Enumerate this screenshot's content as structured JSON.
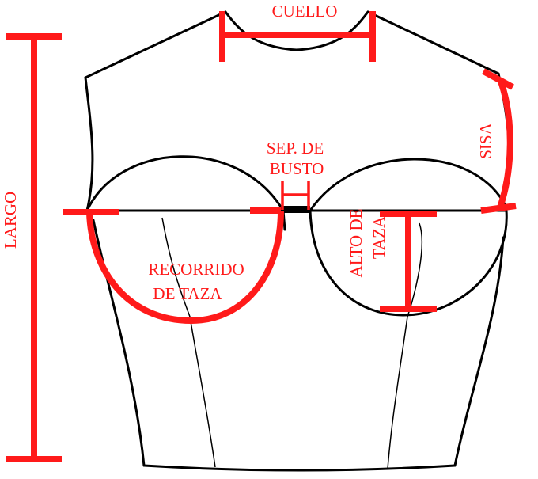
{
  "colors": {
    "measure": "#ff1a1a",
    "outline": "#000000",
    "background": "#ffffff"
  },
  "labels": {
    "cuello": "CUELLO",
    "sep_de_busto_line1": "SEP. DE",
    "sep_de_busto_line2": "BUSTO",
    "sisa": "SISA",
    "largo": "LARGO",
    "recorrido_line1": "RECORRIDO",
    "recorrido_line2": "DE TAZA",
    "alto_line1": "ALTO DE",
    "alto_line2": "TAZA"
  }
}
